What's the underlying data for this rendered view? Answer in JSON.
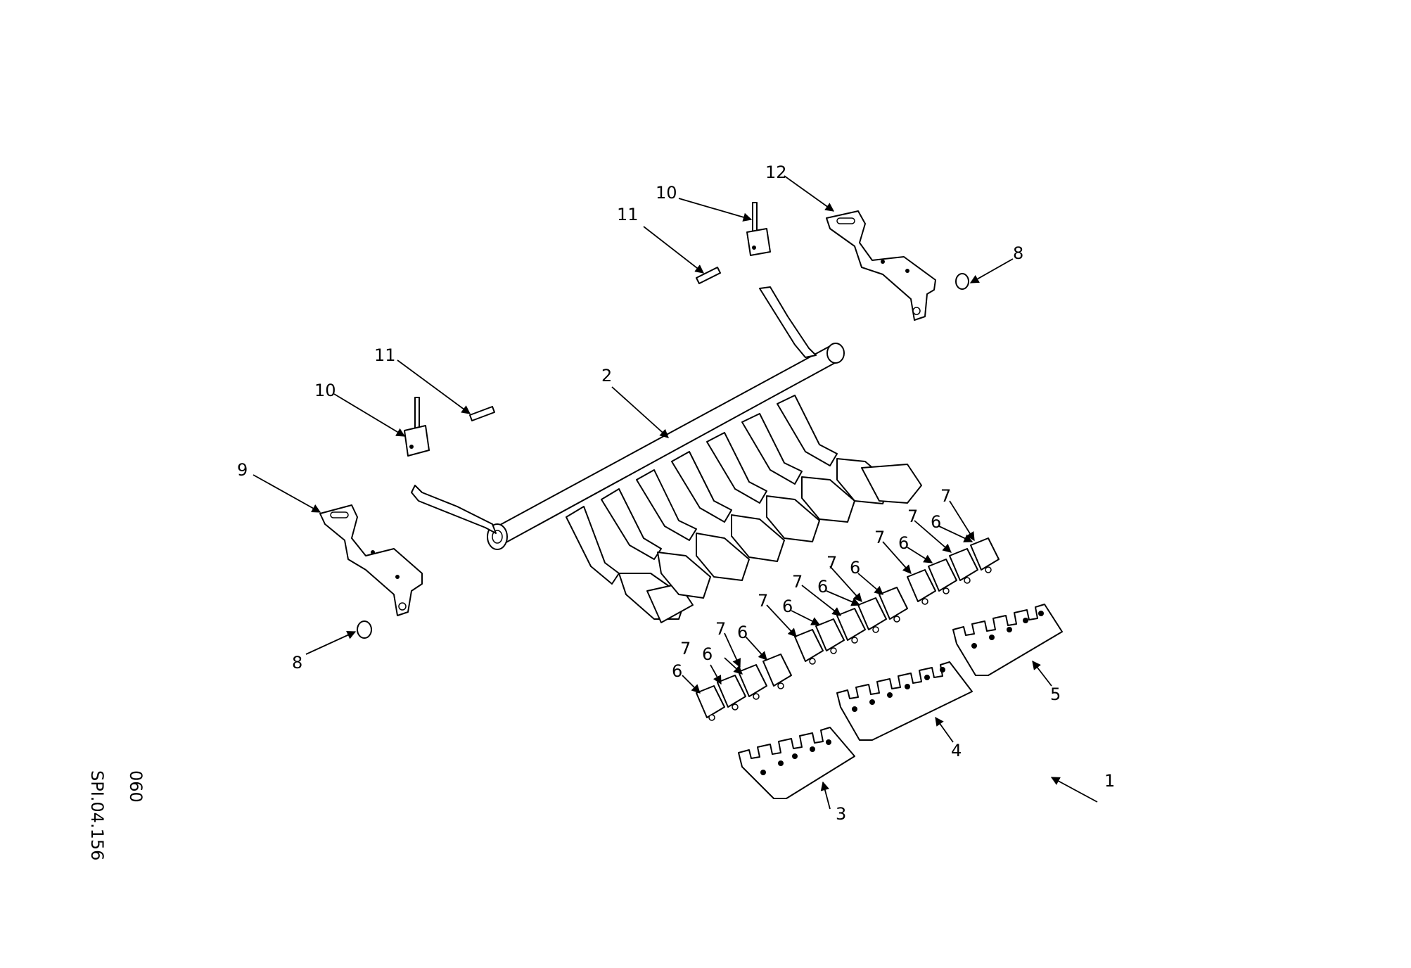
{
  "drawing": {
    "reference_code": "SPI.04.156",
    "sheet_number": "060"
  },
  "callouts": {
    "c1": "1",
    "c2": "2",
    "c3": "3",
    "c4": "4",
    "c5": "5",
    "c6": "6",
    "c7": "7",
    "c8": "8",
    "c9": "9",
    "c10": "10",
    "c11": "11",
    "c12": "12"
  }
}
